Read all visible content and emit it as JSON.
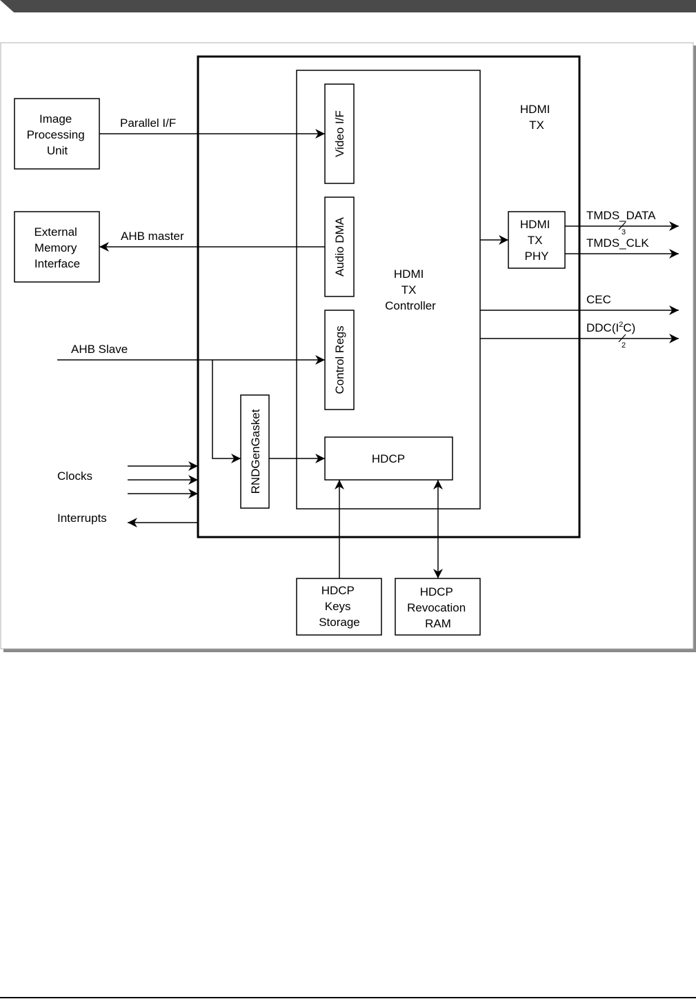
{
  "colors": {
    "header_bar": "#4a4a4a",
    "frame_shadow": "#8a8a8a",
    "ink": "#000000"
  },
  "diagram": {
    "blocks": {
      "image_processing_unit": [
        "Image",
        "Processing",
        "Unit"
      ],
      "external_memory_interface": [
        "External",
        "Memory",
        "Interface"
      ],
      "hdmi_tx": [
        "HDMI",
        "TX"
      ],
      "hdmi_tx_controller": [
        "HDMI",
        "TX",
        "Controller"
      ],
      "video_if": "Video I/F",
      "audio_dma": "Audio DMA",
      "control_regs": "Control Regs",
      "rndgengasket": "RNDGenGasket",
      "hdcp": "HDCP",
      "hdmi_tx_phy": [
        "HDMI",
        "TX",
        "PHY"
      ],
      "hdcp_keys_storage": [
        "HDCP",
        "Keys",
        "Storage"
      ],
      "hdcp_revocation_ram": [
        "HDCP",
        "Revocation",
        "RAM"
      ]
    },
    "signals": {
      "parallel_if": "Parallel I/F",
      "ahb_master": "AHB master",
      "ahb_slave": "AHB Slave",
      "clocks": "Clocks",
      "interrupts": "Interrupts",
      "tmds_data": "TMDS_DATA",
      "tmds_data_width": "3",
      "tmds_clk": "TMDS_CLK",
      "cec": "CEC",
      "ddc_prefix": "DDC(I",
      "ddc_sup": "2",
      "ddc_suffix": "C)",
      "ddc_width": "2"
    }
  }
}
